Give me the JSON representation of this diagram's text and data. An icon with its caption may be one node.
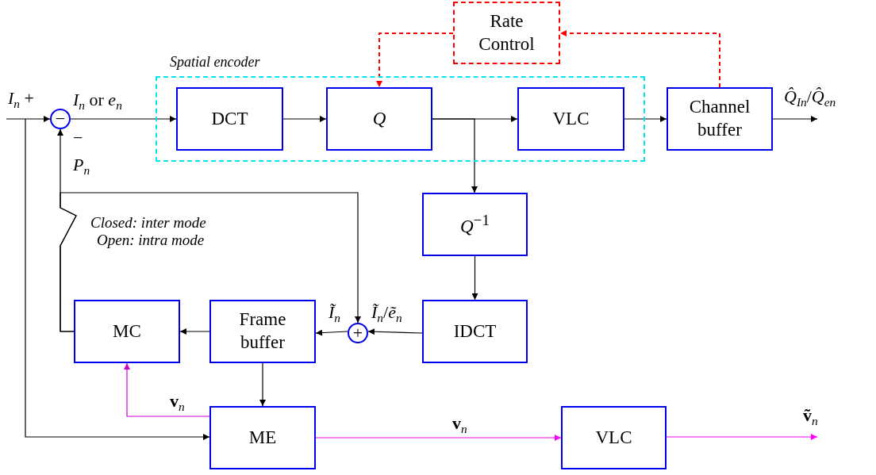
{
  "diagram": {
    "nodes": [
      {
        "text": [
          "Spatial encoder"
        ]
      },
      {
        "text": [
          "DCT"
        ],
        "in": 0
      },
      {
        "text": [
          "*Q*"
        ],
        "in": 0
      },
      {
        "text": [
          "VLC"
        ],
        "in": 0
      },
      {
        "text": [
          "Rate Control"
        ]
      },
      {
        "text": [
          "Channel buffer"
        ]
      },
      {
        "text": [
          "−"
        ]
      },
      {
        "text": [
          "*Q*$^{−1}$"
        ]
      },
      {
        "text": [
          "IDCT"
        ]
      },
      {
        "text": [
          "+"
        ]
      },
      {
        "text": [
          "Frame buffer"
        ]
      },
      {
        "text": [
          "MC"
        ]
      },
      {
        "text": [
          "ME"
        ]
      },
      {
        "text": [
          "VLC"
        ]
      }
    ],
    "edges": [
      {
        "from": null,
        "to": 6,
        "arrow": "to",
        "label": "*I*$_{n}$ +"
      },
      {
        "from": null,
        "to": 12,
        "arrow": "to"
      },
      {
        "from": 6,
        "to": 1,
        "arrow": "to",
        "label": "*I*$_{n}$ or *e*$_{n}$"
      },
      {
        "from": 1,
        "to": 2,
        "arrow": "to"
      },
      {
        "from": 2,
        "to": 3,
        "arrow": "to"
      },
      {
        "from": 3,
        "to": 5,
        "arrow": "to"
      },
      {
        "from": 5,
        "to": null,
        "arrow": "to",
        "label": "*Q̂*$_{In}$/*Q̂*$_{en}$"
      },
      {
        "from": 2,
        "to": 7,
        "arrow": "to"
      },
      {
        "from": 7,
        "to": 8,
        "arrow": "to"
      },
      {
        "from": 8,
        "to": 9,
        "arrow": "to",
        "label": "*Ĩ*$_{n}$/*ẽ*$_{n}$"
      },
      {
        "from": 9,
        "to": 10,
        "arrow": "to",
        "label": "*Ĩ*$_{n}$"
      },
      {
        "from": 10,
        "to": 11,
        "arrow": "to"
      },
      {
        "from": 10,
        "to": 12,
        "arrow": "to"
      },
      {
        "from": 11,
        "to": 6,
        "arrow": "to",
        "label": "*P*$_{n}$"
      },
      {
        "from": 11,
        "to": 9,
        "arrow": "to"
      },
      {
        "from": 12,
        "to": 11,
        "arrow": "to",
        "label": "**v**$_{n}$",
        "color": "#cc00cc"
      },
      {
        "from": 12,
        "to": 13,
        "arrow": "to",
        "label": "**v**$_{n}$",
        "color": "#ff00ff"
      },
      {
        "from": 13,
        "to": null,
        "arrow": "to",
        "label": "**ṽ**$_{n}$",
        "color": "#ff00ff"
      },
      {
        "from": 5,
        "to": 4,
        "arrow": "to",
        "style": "dashed",
        "color": "#ff0000"
      },
      {
        "from": 4,
        "to": 2,
        "arrow": "to",
        "style": "dashed",
        "color": "#ff0000"
      }
    ],
    "labels": [
      "−",
      "Closed: inter mode",
      "Open: intra mode"
    ]
  }
}
